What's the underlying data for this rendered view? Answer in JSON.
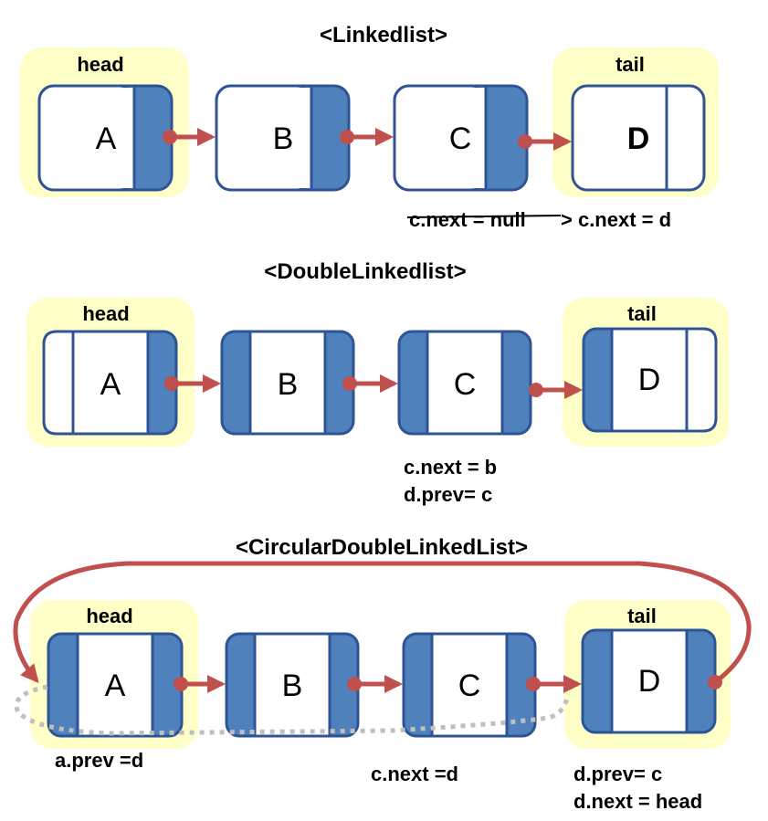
{
  "sections": [
    {
      "title": "<Linkedlist>",
      "head_label": "head",
      "tail_label": "tail",
      "nodes": [
        "A",
        "B",
        "C",
        "D"
      ],
      "notes": {
        "struck": "c.next = null",
        "replacement": "> c.next = d"
      }
    },
    {
      "title": "<DoubleLinkedlist>",
      "head_label": "head",
      "tail_label": "tail",
      "nodes": [
        "A",
        "B",
        "C",
        "D"
      ],
      "notes": [
        "c.next = b",
        "d.prev= c"
      ]
    },
    {
      "title": "<CircularDoubleLinkedList>",
      "head_label": "head",
      "tail_label": "tail",
      "nodes": [
        "A",
        "B",
        "C",
        "D"
      ],
      "notes": {
        "left": "a.prev =d",
        "middle": "c.next =d",
        "right": [
          "d.prev= c",
          "d.next = head"
        ]
      }
    }
  ],
  "colors": {
    "node_blue": "#4f81bd",
    "node_border": "#2f5496",
    "arrow_red": "#c0504d",
    "highlight_yellow": "#ffffc8",
    "dotted_gray": "#bfbfbf"
  }
}
